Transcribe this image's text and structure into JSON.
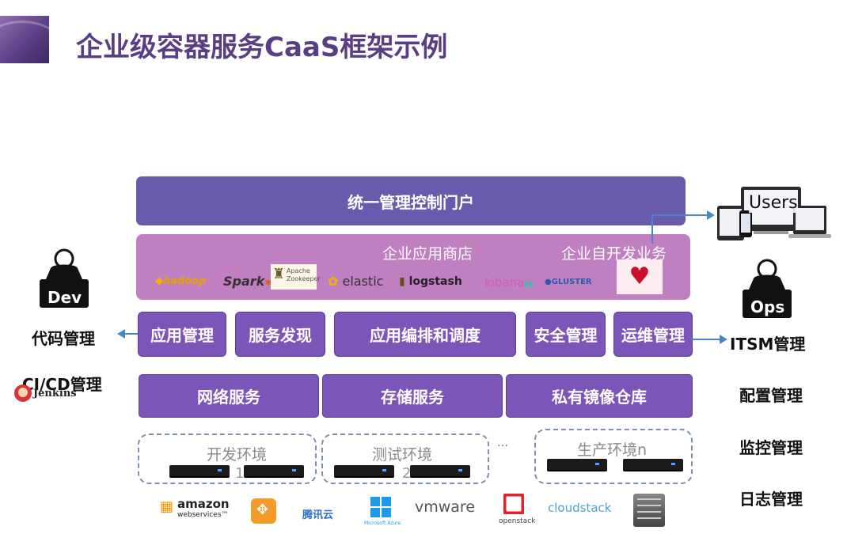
{
  "header": {
    "title": "企业级容器服务CaaS框架示例"
  },
  "portal": {
    "label": "统一管理控制门户"
  },
  "store": {
    "app_store_label": "企业应用商店",
    "self_dev_label": "企业自开发业务",
    "logos": [
      {
        "name": "hadoop",
        "text": "hadoop",
        "color": "#e8a200"
      },
      {
        "name": "spark",
        "text": "Spark",
        "color": "#3a3a3a"
      },
      {
        "name": "zookeeper",
        "text": "Apache Zookeeper",
        "color": "#555555"
      },
      {
        "name": "elastic",
        "text": "elastic",
        "color": "#333333"
      },
      {
        "name": "logstash",
        "text": "logstash",
        "color": "#222222"
      },
      {
        "name": "kibana",
        "text": "kibana",
        "color": "#d25bb7"
      },
      {
        "name": "gluster",
        "text": "GLUSTER",
        "color": "#2b5aa8"
      }
    ]
  },
  "modules_row1": [
    "应用管理",
    "服务发现",
    "应用编排和调度",
    "安全管理",
    "运维管理"
  ],
  "modules_row2": [
    "网络服务",
    "存储服务",
    "私有镜像仓库"
  ],
  "environments": [
    {
      "label": "开发环境",
      "suffix": "1"
    },
    {
      "label": "测试环境",
      "suffix": "2"
    },
    {
      "label": "生产环境n",
      "suffix": ""
    }
  ],
  "ellipsis": "…",
  "left": {
    "dev_badge": "Dev",
    "code_mgmt": "代码管理",
    "cicd": "CI/CD管理",
    "jenkins": "Jenkins"
  },
  "right": {
    "users": "Users",
    "ops_badge": "Ops",
    "itsm": "ITSM管理",
    "config": "配置管理",
    "monitor": "监控管理",
    "log": "日志管理"
  },
  "infra_logos": [
    {
      "name": "amazon",
      "text": "amazon",
      "sub": "webservices™"
    },
    {
      "name": "aliyun",
      "text": ""
    },
    {
      "name": "tencent-cloud",
      "text": "腾讯云"
    },
    {
      "name": "azure",
      "text": "Microsoft Azure"
    },
    {
      "name": "vmware",
      "text": "vmware"
    },
    {
      "name": "openstack",
      "text": "openstack"
    },
    {
      "name": "cloudstack",
      "text": "cloudstack"
    },
    {
      "name": "server-rack",
      "text": ""
    }
  ]
}
